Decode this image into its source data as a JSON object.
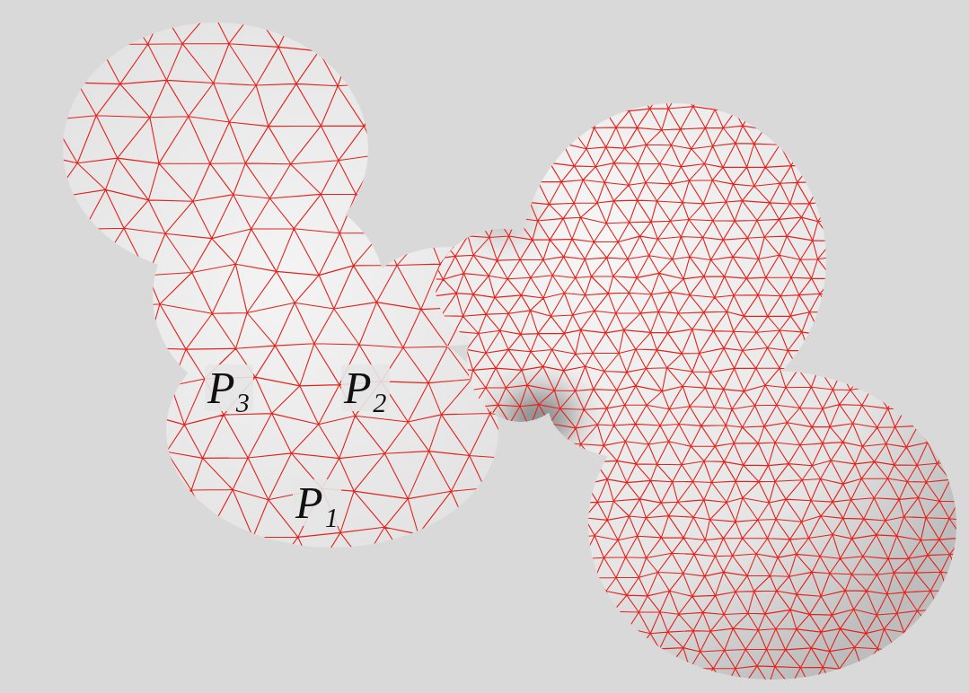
{
  "diagram": {
    "labels": [
      "P₃",
      "P₂",
      "P₁"
    ]
  }
}
